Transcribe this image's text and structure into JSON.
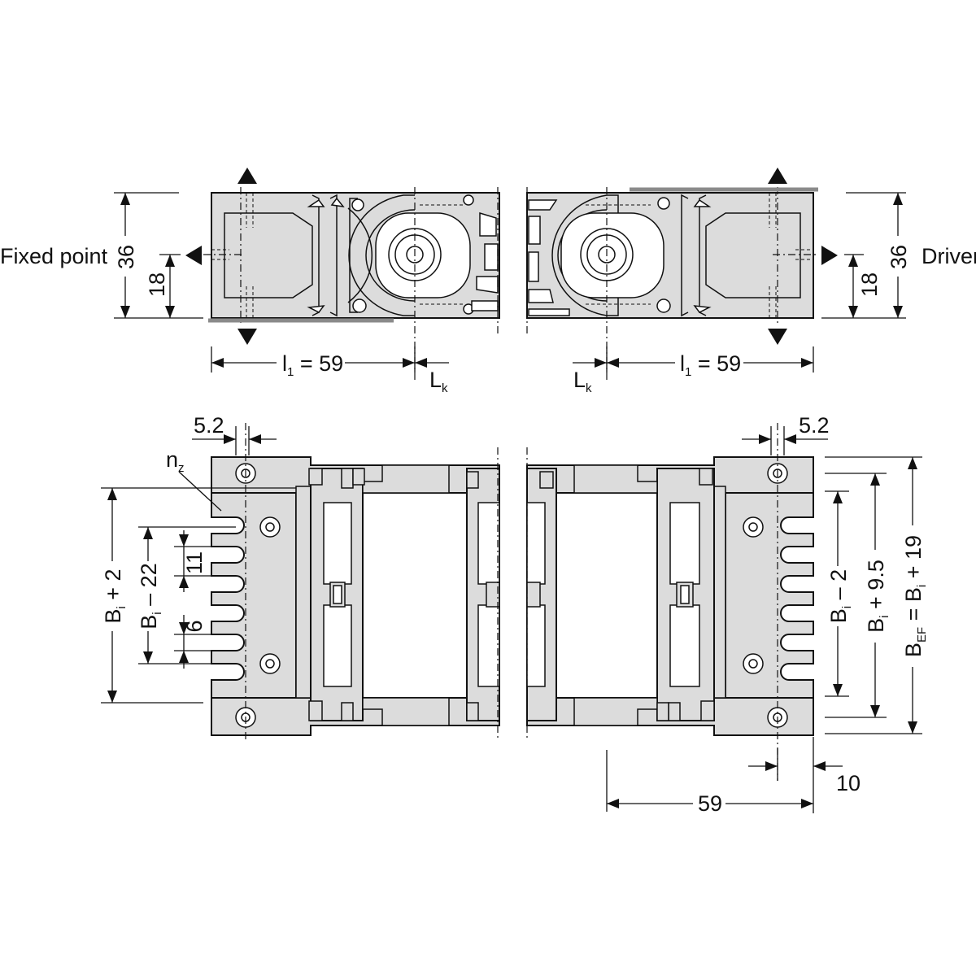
{
  "top_view": {
    "fixed_point_label": "Fixed point",
    "driver_label": "Driver",
    "height_36": "36",
    "height_18": "18",
    "pitch_left": {
      "main": "l",
      "sub": "1",
      "value": " = 59"
    },
    "pitch_right": {
      "main": "l",
      "sub": "1",
      "value": " = 59"
    },
    "lk_left": {
      "main": "L",
      "sub": "k"
    },
    "lk_right": {
      "main": "L",
      "sub": "k"
    }
  },
  "bottom_view": {
    "dim_5_2_left": "5.2",
    "dim_5_2_right": "5.2",
    "nz": {
      "main": "n",
      "sub": "z"
    },
    "bi_plus_2": {
      "b": "B",
      "sub": "i",
      "rest": " + 2"
    },
    "bi_minus_22": {
      "b": "B",
      "sub": "i",
      "rest": " – 22"
    },
    "dim_11": "11",
    "dim_6": "6",
    "bi_minus_2": {
      "b": "B",
      "sub": "i",
      "rest": " – 2"
    },
    "bi_plus_9_5": {
      "b": "B",
      "sub": "i",
      "rest": " + 9.5"
    },
    "bef": {
      "b": "B",
      "sub": "EF",
      "mid": " = B",
      "sub2": "i",
      "rest": " + 19"
    },
    "dim_10": "10",
    "dim_59": "59"
  }
}
